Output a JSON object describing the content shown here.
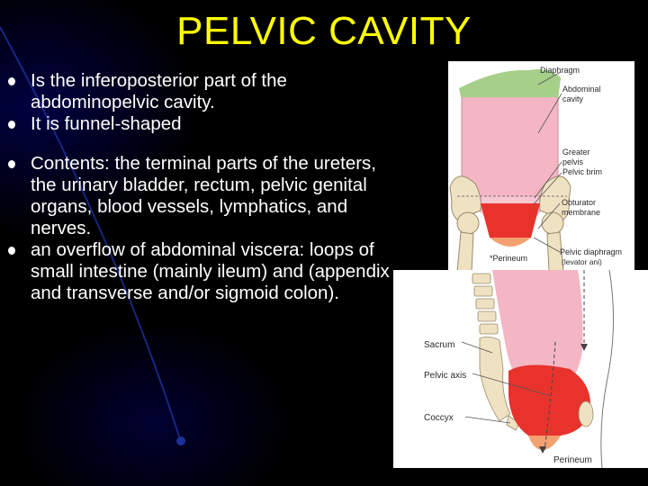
{
  "slide": {
    "title": "PELVIC CAVITY",
    "bullets": [
      "Is the inferoposterior part of the abdominopelvic cavity.",
      "It is funnel-shaped",
      "Contents: the terminal parts of the ureters, the urinary bladder, rectum, pelvic genital organs, blood vessels, lymphatics, and nerves.",
      "an overflow of abdominal viscera: loops of small intestine (mainly ileum) and (appendix and transverse and/or sigmoid colon)."
    ]
  },
  "figure_top": {
    "labels": {
      "diaphragm": "Diaphragm",
      "abdominal_cavity_1": "Abdominal",
      "abdominal_cavity_2": "cavity",
      "greater_pelvis_1": "Greater",
      "greater_pelvis_2": "pelvis",
      "pelvic_brim": "Pelvic brim",
      "obturator_1": "Obturator",
      "obturator_2": "membrane",
      "pelvic_diaphragm_1": "Pelvic diaphragm",
      "pelvic_diaphragm_2": "(levator ani)",
      "perineum": "*Perineum"
    }
  },
  "figure_bottom": {
    "labels": {
      "sacrum": "Sacrum",
      "pelvic_axis": "Pelvic axis",
      "coccyx": "Coccyx",
      "perineum": "Perineum"
    }
  },
  "colors": {
    "title": "#ffff00",
    "text": "#ffffff",
    "background": "#000000",
    "cavity_pink": "#f4b6c4",
    "pelvis_red": "#e8332d",
    "diaphragm_green": "#a6cf8a",
    "perineum_orange": "#f4a070"
  }
}
